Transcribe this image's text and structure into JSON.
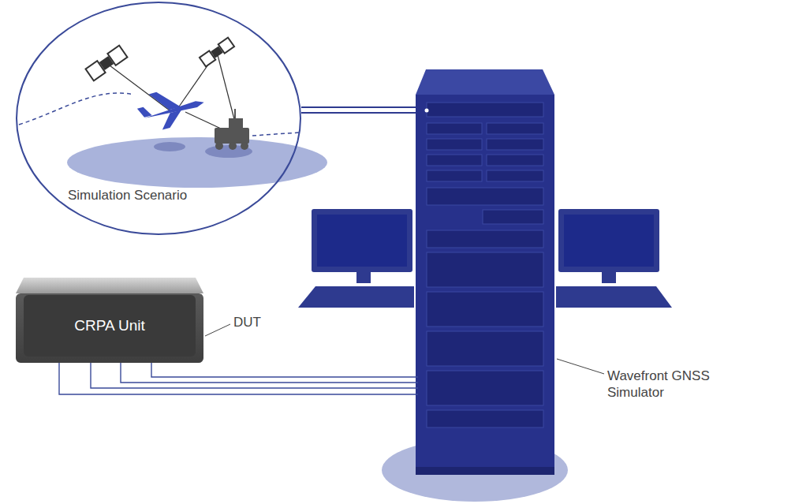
{
  "diagram": {
    "nodes": [
      {
        "text": [
          "Simulation Scenario"
        ]
      },
      {
        "text": [
          "CRPA Unit"
        ]
      }
    ],
    "labels": [
      "DUT",
      "Wavefront GNSS Simulator"
    ]
  }
}
